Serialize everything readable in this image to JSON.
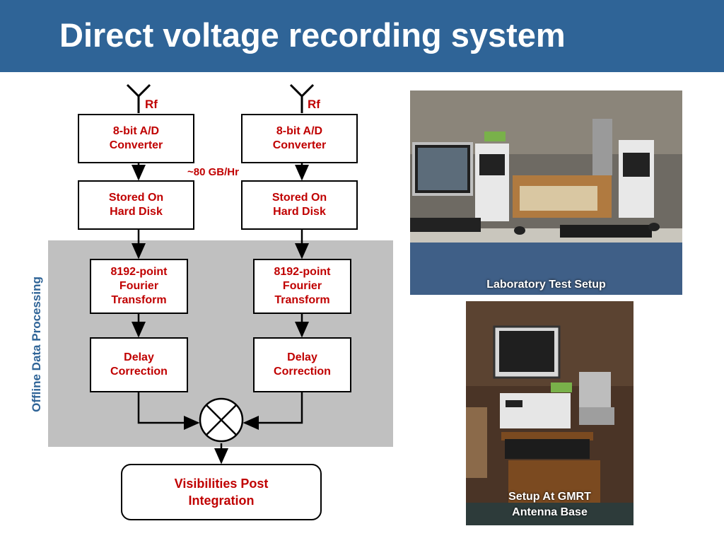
{
  "title": "Direct voltage recording system",
  "offline_label": "Offline Data Processing",
  "rate_label": "~80 GB/Hr",
  "chains": [
    {
      "rf": "Rf",
      "adc": "8-bit A/D\nConverter",
      "disk": "Stored On\nHard Disk",
      "fft": "8192-point\nFourier\nTransform",
      "delay": "Delay\nCorrection"
    },
    {
      "rf": "Rf",
      "adc": "8-bit A/D\nConverter",
      "disk": "Stored On\nHard Disk",
      "fft": "8192-point\nFourier\nTransform",
      "delay": "Delay\nCorrection"
    }
  ],
  "output": "Visibilities Post\nIntegration",
  "photos": {
    "lab_caption": "Laboratory Test Setup",
    "gmrt_caption": "Setup At GMRT\nAntenna Base"
  },
  "colors": {
    "header": "#2f6497",
    "text_red": "#c00000",
    "panel_gray": "#c0c0c0"
  }
}
